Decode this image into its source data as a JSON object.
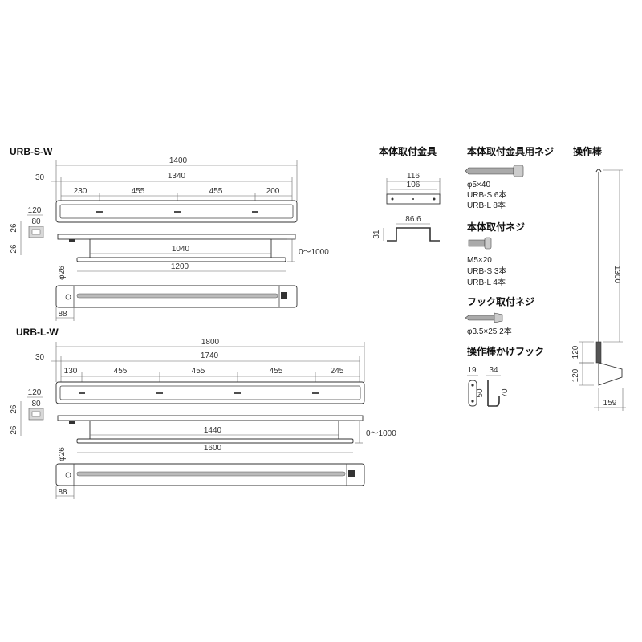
{
  "models": {
    "s": {
      "title": "URB-S-W",
      "overall_width": "1400",
      "inner_width": "1340",
      "offset": "30",
      "seg1": "230",
      "seg2": "455",
      "seg3": "455",
      "seg4": "200",
      "depth": "120",
      "depth_inner": "80",
      "height_top": "26",
      "height_bottom": "26",
      "rod_span": "1040",
      "rod_length": "1200",
      "extension": "0～1000",
      "diameter": "φ26",
      "end_width": "88"
    },
    "l": {
      "title": "URB-L-W",
      "overall_width": "1800",
      "inner_width": "1740",
      "offset": "30",
      "seg1": "130",
      "seg2": "455",
      "seg3": "455",
      "seg4": "455",
      "seg5": "245",
      "depth": "120",
      "depth_inner": "80",
      "height_top": "26",
      "height_bottom": "26",
      "rod_span": "1440",
      "rod_length": "1600",
      "extension": "0～1000",
      "diameter": "φ26",
      "end_width": "88"
    }
  },
  "bracket": {
    "title": "本体取付金具",
    "width_outer": "116",
    "width_inner": "106",
    "width_bottom": "86.6",
    "height": "31"
  },
  "screws": {
    "bracket_screw_title": "本体取付金具用ネジ",
    "bracket_screw_size": "φ5×40",
    "bracket_screw_s": "URB-S  6本",
    "bracket_screw_l": "URB-L  8本",
    "body_screw_title": "本体取付ネジ",
    "body_screw_size": "M5×20",
    "body_screw_s": "URB-S  3本",
    "body_screw_l": "URB-L  4本",
    "hook_screw_title": "フック取付ネジ",
    "hook_screw_spec": "φ3.5×25  2本"
  },
  "hook": {
    "title": "操作棒かけフック",
    "w1": "19",
    "w2": "34",
    "h1": "50",
    "h2": "70"
  },
  "rod": {
    "title": "操作棒",
    "length": "1300",
    "grip1": "120",
    "grip2": "120",
    "width": "159"
  }
}
